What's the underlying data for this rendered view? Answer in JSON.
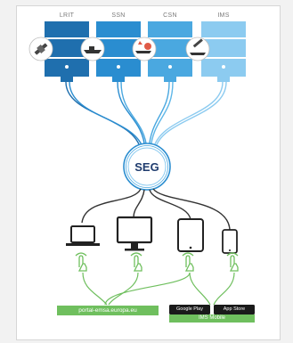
{
  "servers": [
    {
      "label": "LRIT",
      "color": "#1f6fae",
      "icon": "satellite-icon"
    },
    {
      "label": "SSN",
      "color": "#2a8dd0",
      "icon": "ship-icon"
    },
    {
      "label": "CSN",
      "color": "#4aa8e0",
      "icon": "oil-spill-icon"
    },
    {
      "label": "IMS",
      "color": "#8ccbf0",
      "icon": "satellite-ship-icon"
    }
  ],
  "hub": {
    "label": "SEG"
  },
  "access": {
    "portal": "portal-emsa.europa.eu",
    "google_play": "Google Play",
    "app_store": "App Store",
    "mobile": "IMS Mobile"
  },
  "colors": {
    "connector": "#4aa8e0",
    "hub_ring": "#2a8dd0",
    "device_line": "#333333",
    "touch": "#6fbf5e"
  }
}
